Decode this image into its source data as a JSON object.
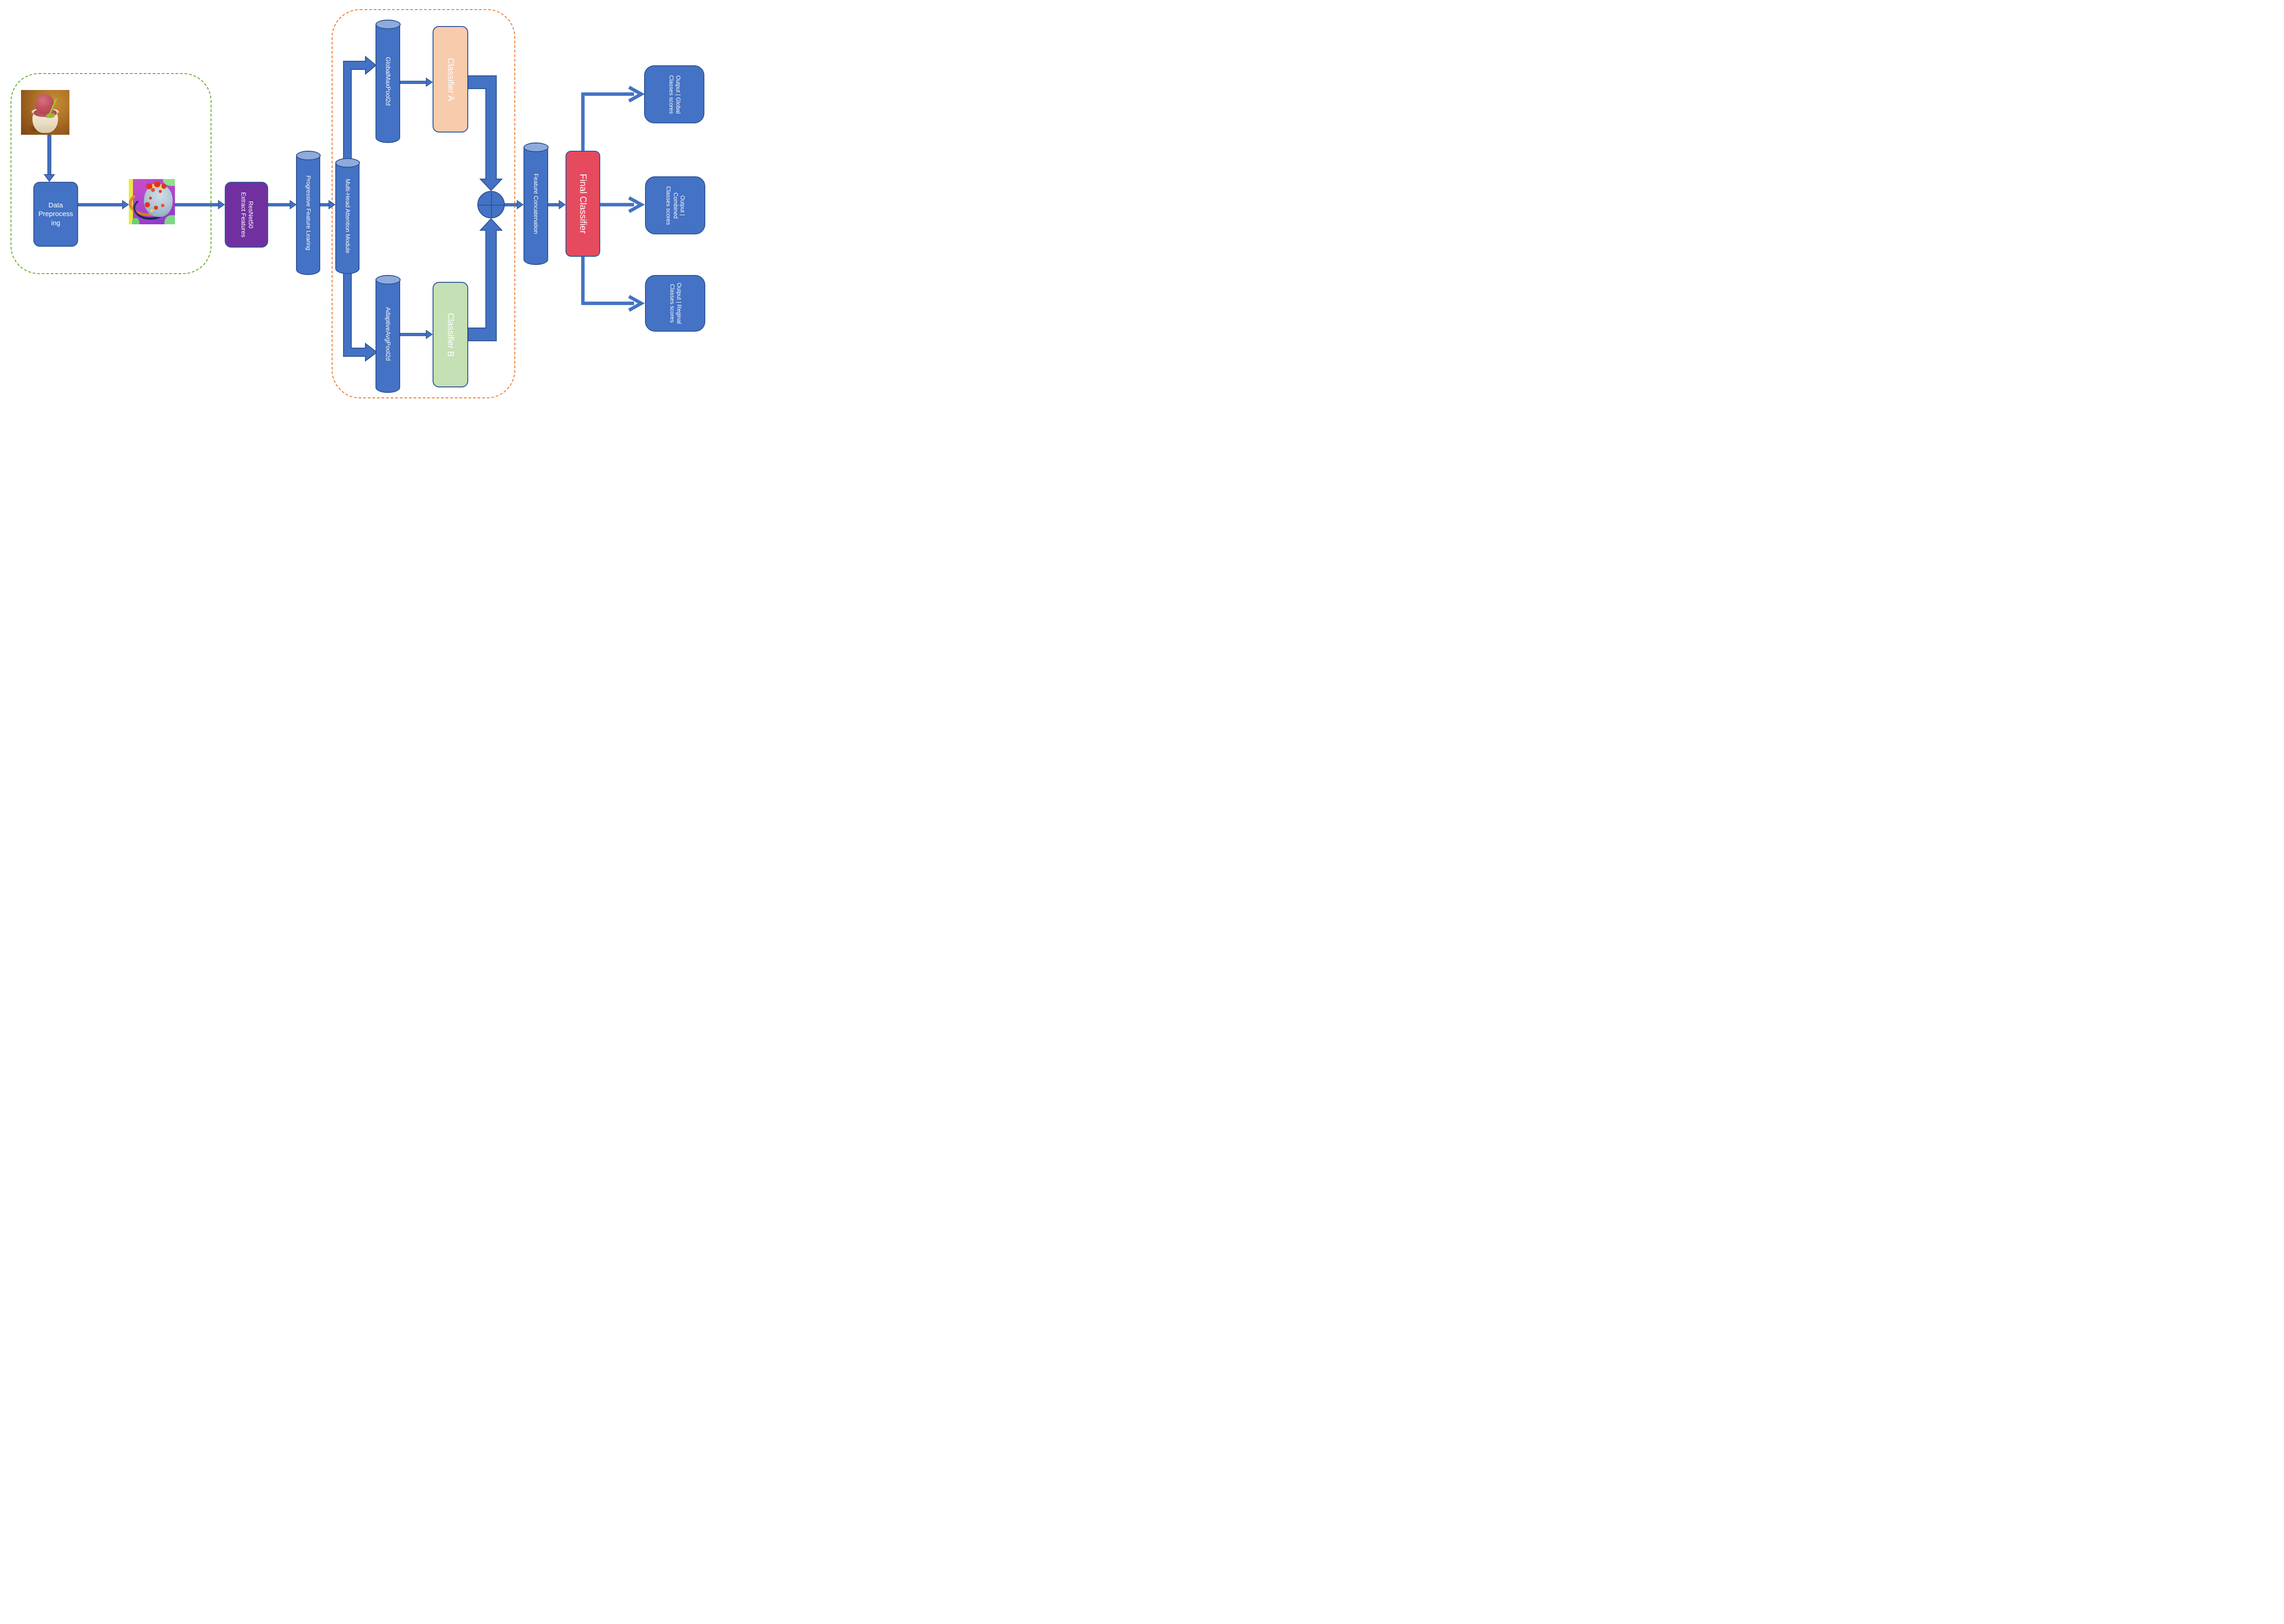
{
  "diagram": {
    "kind": "model-architecture-flowchart",
    "colors": {
      "node_blue": "#4472C4",
      "node_border": "#2E5597",
      "cylinder_lid": "#8FAADC",
      "resnet_purple": "#7030A0",
      "classifier_a_peach": "#F8CBAD",
      "classifier_b_green": "#C5E0B4",
      "final_classifier_red": "#E64A5F",
      "group_green_dashed": "#63B02F",
      "group_orange_dashed": "#ED7D31",
      "arrow_blue": "#4472C4"
    },
    "images": {
      "input_photo": "ice-cream-photo",
      "processed_image": "pseudo-color-processed-image"
    },
    "nodes": {
      "data_preprocessing": {
        "label": "Data\nPreprocess\ning"
      },
      "resnet50": {
        "label": "ResNet50\nExtract Features"
      },
      "progressive_feature_learning": {
        "label": "Progressive Feature Learing"
      },
      "multi_head_attention": {
        "label": "Multi-Head Attention Module"
      },
      "global_max_pool": {
        "label": "GlobalMaxPool2d"
      },
      "adaptive_avg_pool": {
        "label": "AdaptiveAvgPool2d"
      },
      "classifier_a": {
        "label": "Classifier A"
      },
      "classifier_b": {
        "label": "Classifier B"
      },
      "feature_concatenation": {
        "label": "Feature Concatenation"
      },
      "final_classifier": {
        "label": "Final Classifier"
      },
      "output_global": {
        "label": "Output | Global\nClasses scores"
      },
      "output_combined": {
        "label": "Output |\nCombined\nClasses scores"
      },
      "output_reginal": {
        "label": "Output | Reginal\nClasses scores"
      }
    },
    "icons": {
      "merge": "circle-plus-merge-icon"
    }
  }
}
